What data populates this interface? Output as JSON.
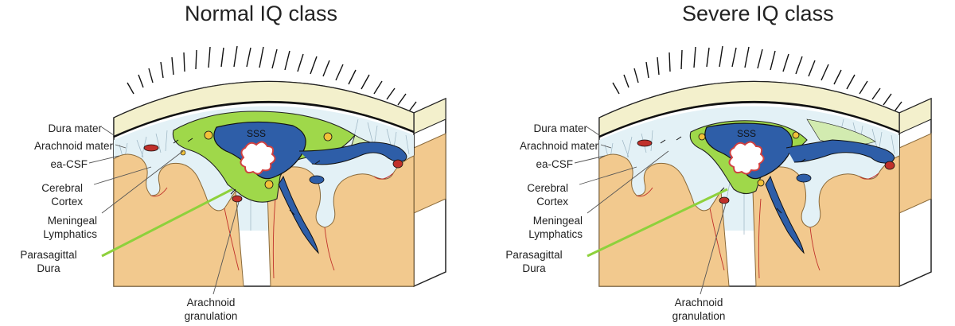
{
  "panels": [
    {
      "title": "Normal IQ class",
      "sss_label": "SSS",
      "labels": {
        "dura": "Dura mater",
        "arachnoid": "Arachnoid mater",
        "eacsf": "ea-CSF",
        "cortex_1": "Cerebral",
        "cortex_2": "Cortex",
        "lymph_1": "Meningeal",
        "lymph_2": "Lymphatics",
        "para_1": "Parasagittal",
        "para_2": "Dura",
        "gran_1": "Arachnoid",
        "gran_2": "granulation"
      }
    },
    {
      "title": "Severe IQ class",
      "sss_label": "SSS",
      "labels": {
        "dura": "Dura mater",
        "arachnoid": "Arachnoid mater",
        "eacsf": "ea-CSF",
        "cortex_1": "Cerebral",
        "cortex_2": "Cortex",
        "lymph_1": "Meningeal",
        "lymph_2": "Lymphatics",
        "para_1": "Parasagittal",
        "para_2": "Dura",
        "gran_1": "Arachnoid",
        "gran_2": "granulation"
      }
    }
  ],
  "colors": {
    "skin": "#f3f0cc",
    "brain": "#f2c98e",
    "parasagittal_dura": "#9fd84a",
    "parasagittal_dura_light": "#d2ebb0",
    "sss": "#2e5ea8",
    "csf_space": "#e3f1f6",
    "leader_line_green": "#8ed13c",
    "vessel_red": "#c0302a"
  }
}
